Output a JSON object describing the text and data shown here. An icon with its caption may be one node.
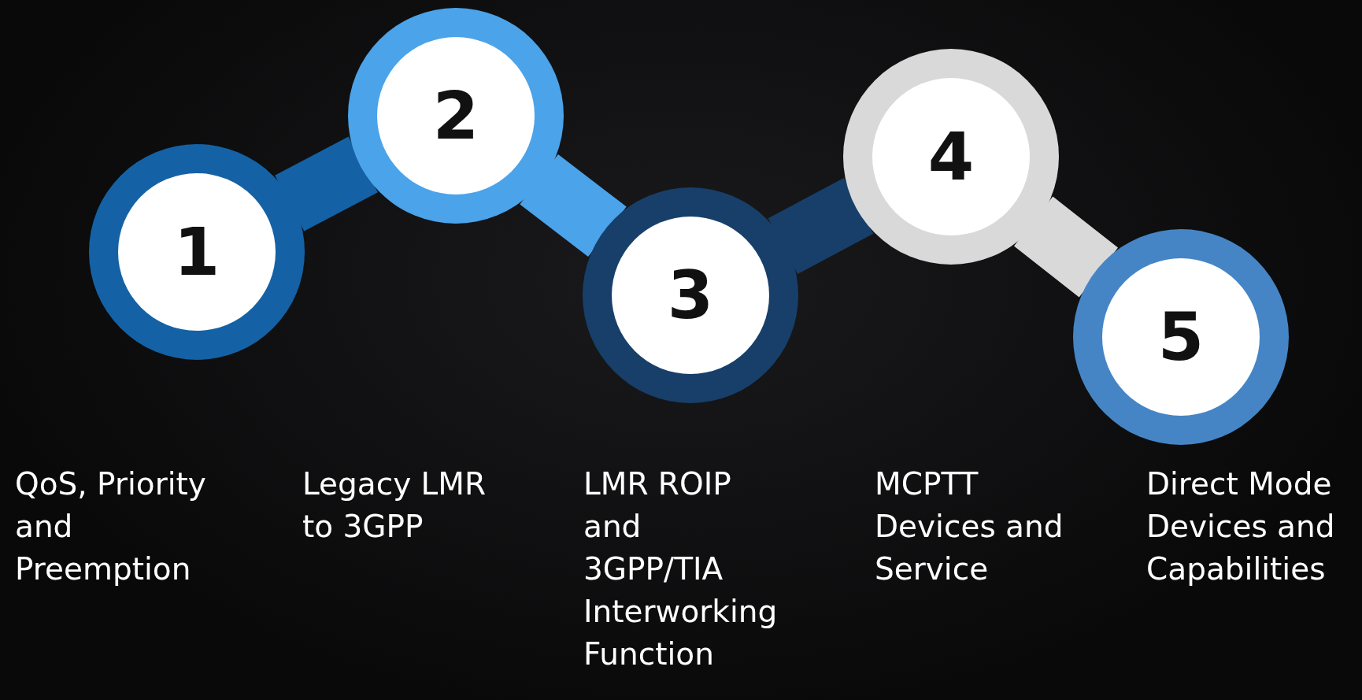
{
  "diagram": {
    "nodes": [
      {
        "text": [
          "1"
        ]
      },
      {
        "text": [
          "2"
        ]
      },
      {
        "text": [
          "3"
        ]
      },
      {
        "text": [
          "4"
        ]
      },
      {
        "text": [
          "5"
        ]
      }
    ],
    "edges": [
      {
        "from": 0,
        "to": 1,
        "arrow": "none",
        "color": "#1462a5"
      },
      {
        "from": 1,
        "to": 2,
        "arrow": "none",
        "color": "#4ba3ea"
      },
      {
        "from": 2,
        "to": 3,
        "arrow": "none",
        "color": "#173f6a"
      },
      {
        "from": 3,
        "to": 4,
        "arrow": "none",
        "color": "#d9d9d9"
      }
    ],
    "labels": [
      "QoS, Priority and Preemption",
      "Legacy LMR to 3GPP",
      "LMR ROIP and 3GPP/TIA Interworking Function",
      "MCPTT Devices and Service",
      "Direct Mode Devices and Capabilities"
    ]
  }
}
